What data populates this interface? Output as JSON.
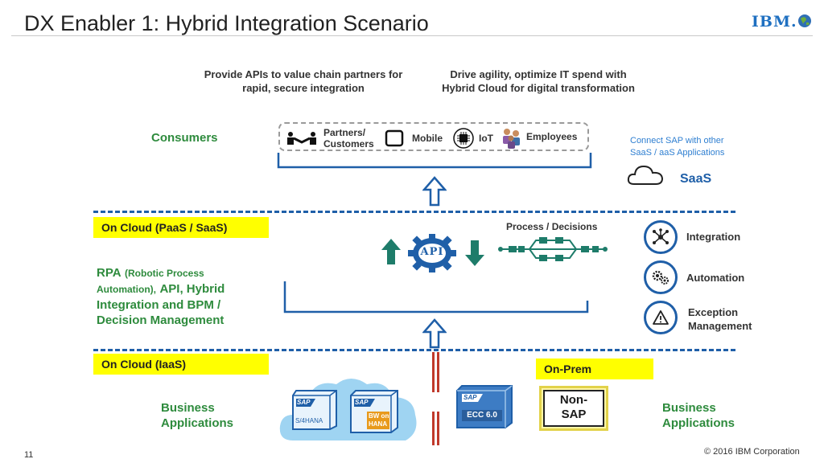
{
  "title": "DX Enabler 1: Hybrid Integration Scenario",
  "logo": "IBM.",
  "headers": {
    "left": [
      "Provide APIs to value chain partners for",
      "rapid, secure integration"
    ],
    "right": [
      "Drive agility, optimize IT spend with",
      "Hybrid Cloud for digital transformation"
    ]
  },
  "consumers": {
    "label": "Consumers",
    "items": {
      "partners": [
        "Partners/",
        "Customers"
      ],
      "mobile": "Mobile",
      "iot": "IoT",
      "employees": "Employees"
    }
  },
  "saas": {
    "note": [
      "Connect SAP with other",
      "SaaS / aaS Applications"
    ],
    "label": "SaaS"
  },
  "cloud_paas": {
    "label": "On Cloud (PaaS / SaaS)",
    "process": "Process / Decisions",
    "api": "API"
  },
  "rpa": {
    "line1a": "RPA",
    "line1b": "(Robotic Process",
    "line2a": "Automation),",
    "line2b": "API, Hybrid",
    "line3": "Integration and BPM /",
    "line4": "Decision Management"
  },
  "capabilities": {
    "integration": "Integration",
    "automation": "Automation",
    "exception": [
      "Exception",
      "Management"
    ]
  },
  "iaas": {
    "label": "On Cloud (IaaS)"
  },
  "onprem": {
    "label": "On-Prem"
  },
  "business_apps": {
    "left": [
      "Business",
      "Applications"
    ],
    "right": [
      "Business",
      "Applications"
    ]
  },
  "systems": {
    "s4hana_brand": "SAP",
    "s4hana": "S/4HANA",
    "bw_brand": "SAP",
    "bw": [
      "BW on",
      "HANA"
    ],
    "ecc_brand": "SAP",
    "ecc": "ECC 6.0",
    "nonsap": [
      "Non-",
      "SAP"
    ]
  },
  "footer": {
    "page": "11",
    "copyright": "© 2016 IBM Corporation"
  },
  "colors": {
    "accent": "#1f5fa8",
    "green": "#2e8b3d",
    "highlight": "#ffff00",
    "arrow_green": "#1e7c6a",
    "stripe_red": "#c0392b"
  }
}
